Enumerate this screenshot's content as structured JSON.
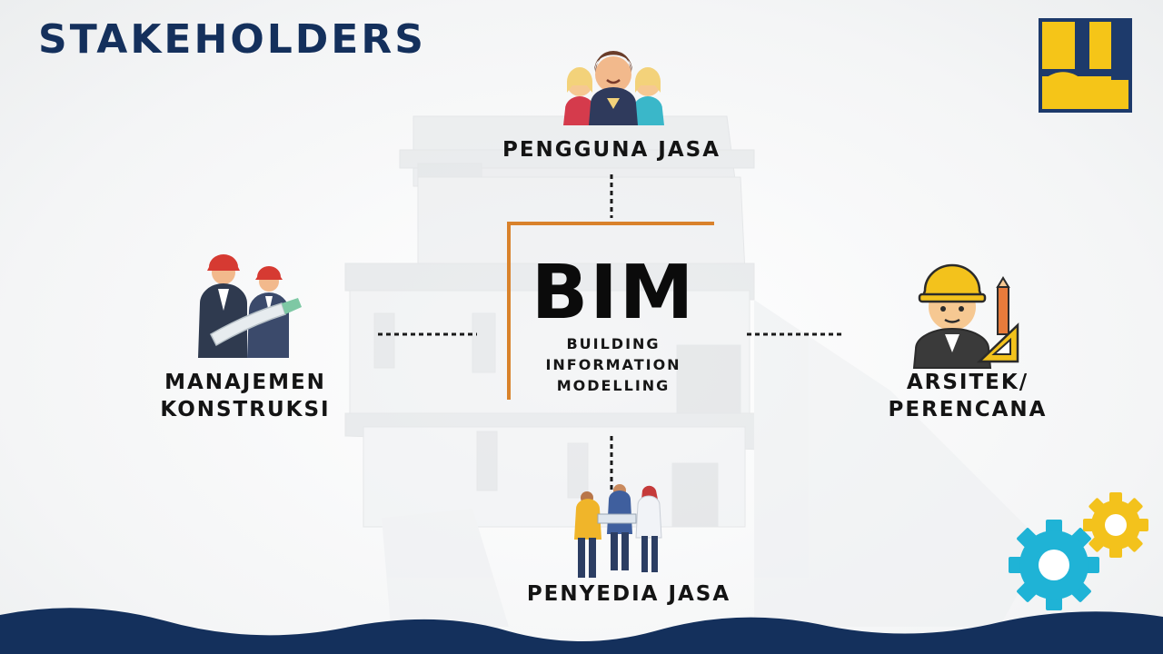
{
  "slide": {
    "title": "STAKEHOLDERS"
  },
  "bim": {
    "title": "BIM",
    "subtitle_lines": [
      "BUILDING",
      "INFORMATION",
      "MODELLING"
    ]
  },
  "stakeholders": {
    "pengguna_jasa": {
      "lines": [
        "PENGGUNA JASA"
      ],
      "icon": "group-of-people-icon"
    },
    "penyedia_jasa": {
      "lines": [
        "PENYEDIA JASA"
      ],
      "icon": "team-of-workers-icon"
    },
    "manajemen_konstruksi": {
      "lines": [
        "MANAJEMEN",
        "KONSTRUKSI"
      ],
      "icon": "construction-managers-icon"
    },
    "arsitek_perencana": {
      "lines": [
        "ARSITEK/",
        "PERENCANA"
      ],
      "icon": "architect-icon"
    }
  },
  "logo": {
    "name": "pu-logo-icon"
  },
  "decorations": {
    "gears": "gears-icon",
    "wave": "wave-footer"
  },
  "colors": {
    "title_navy": "#14305c",
    "accent_orange": "#d9822b",
    "logo_yellow": "#f5c518",
    "logo_navy": "#1d3a6b",
    "gear_blue": "#1fb3d6",
    "gear_yellow": "#f3c21c",
    "wave_navy": "#14305c"
  }
}
